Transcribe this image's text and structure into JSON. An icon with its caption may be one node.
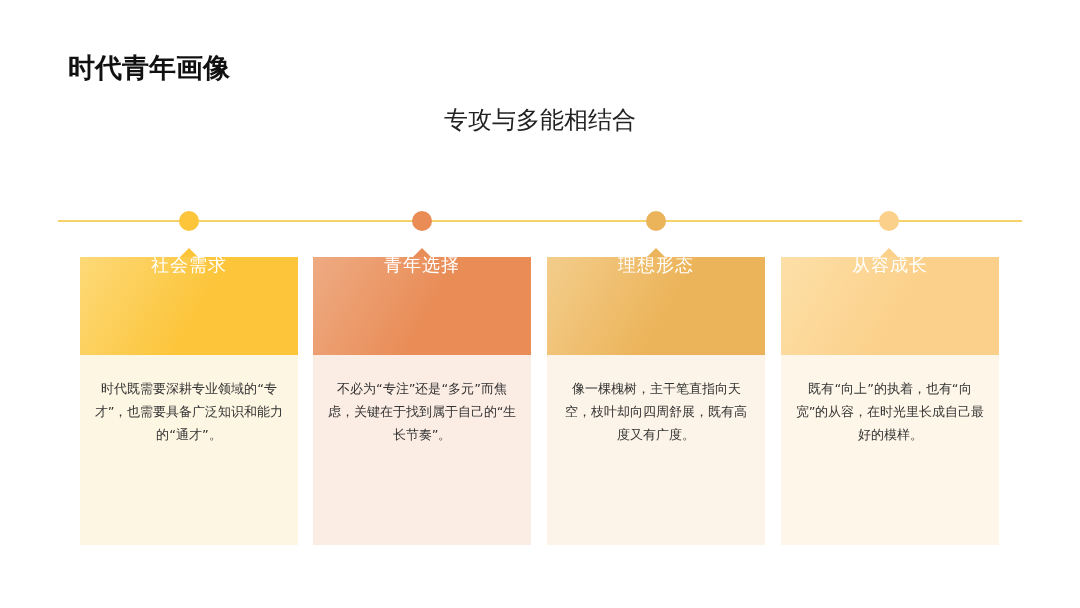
{
  "diagram": {
    "title": "时代青年画像",
    "nodes": [
      {
        "text": [
          "社会需求",
          "时代既需要深耕专业领域的“专才”，也需要具备广泛知识和能力的“通才”。"
        ]
      },
      {
        "text": [
          "青年选择",
          "不必为“专注”还是“多元”而焦虑，关键在于找到属于自己的“生长节奏”。"
        ]
      },
      {
        "text": [
          "理想形态",
          "像一棵槐树，主干笔直指向天空，枝叶却向四周舒展，既有高度又有广度。"
        ]
      },
      {
        "text": [
          "从容成长",
          "既有“向上”的执着，也有“向宽”的从容，在时光里长成自己最好的模样。"
        ]
      }
    ],
    "labels": [
      "专攻与多能相结合"
    ]
  }
}
